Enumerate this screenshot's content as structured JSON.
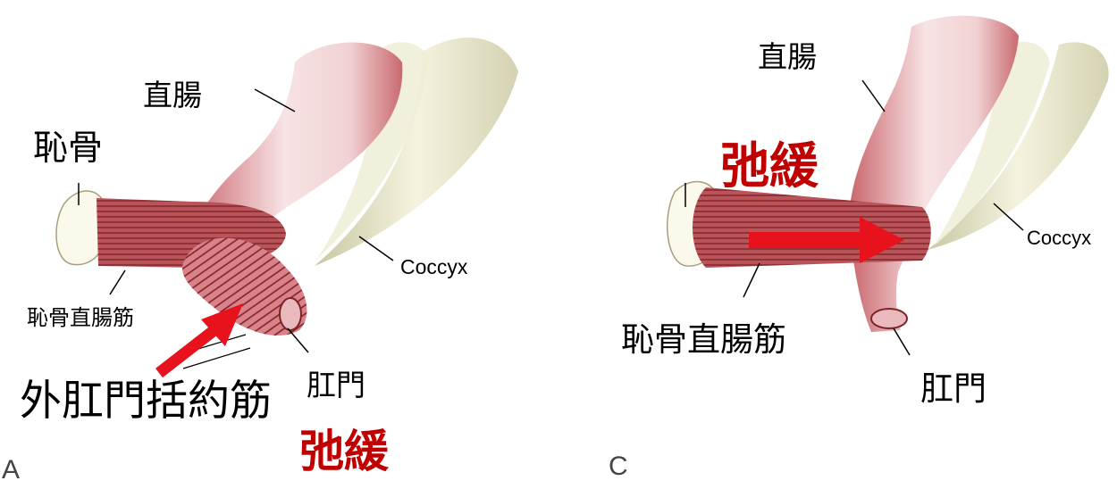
{
  "panels": [
    {
      "letter": "A",
      "labels": {
        "rectum": "直腸",
        "pubis": "恥骨",
        "coccyx": "Coccyx",
        "puborectalis": "恥骨直腸筋",
        "anus": "肛門",
        "external_sphincter": "外肛門括約筋",
        "relax": "弛緩"
      }
    },
    {
      "letter": "C",
      "labels": {
        "rectum": "直腸",
        "relax": "弛緩",
        "coccyx": "Coccyx",
        "puborectalis": "恥骨直腸筋",
        "anus": "肛門"
      }
    }
  ],
  "colors": {
    "muscle": "#b4474c",
    "muscle_stripe": "#8a2a30",
    "rectum_light": "#f4dadc",
    "rectum_mid": "#d98a90",
    "bone": "#fbf8ec",
    "coccyx_bone": "#e7e4c6",
    "arrow": "#e8121c",
    "relax_text": "#c00000"
  }
}
